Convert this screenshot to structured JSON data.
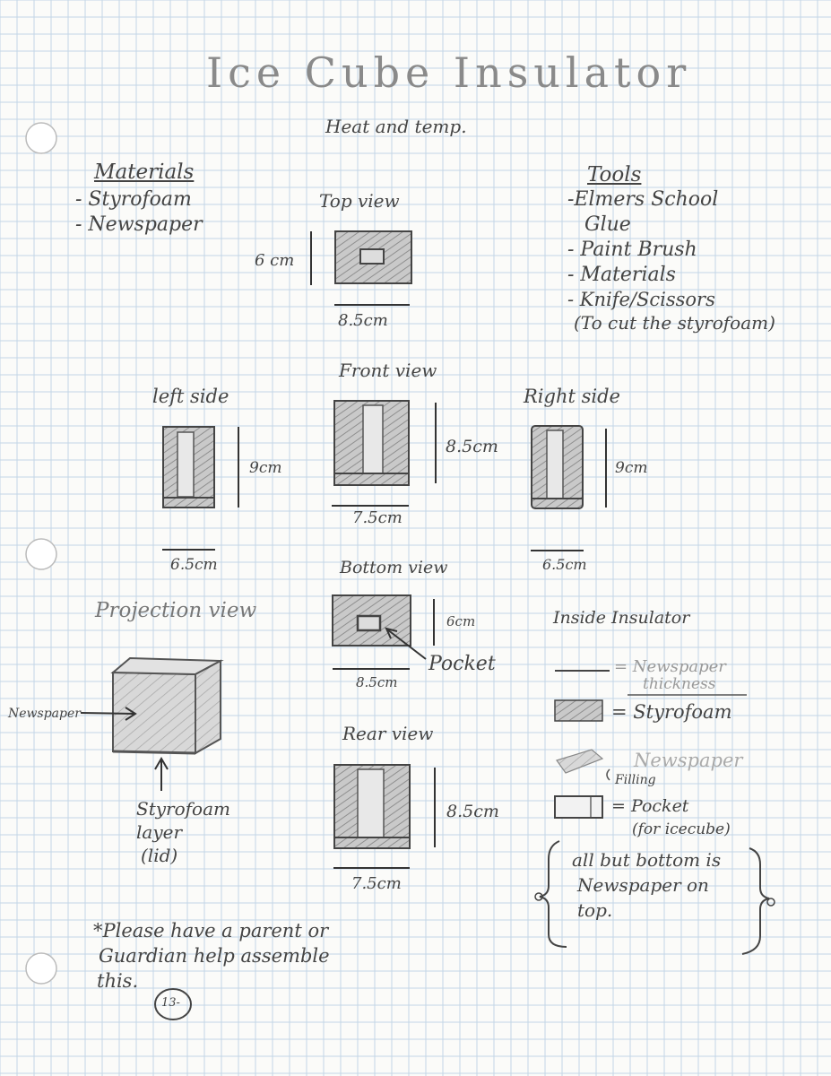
{
  "title": "Ice Cube Insulator",
  "subtitle": "Heat and temp.",
  "materials": {
    "heading": "Materials",
    "items": [
      "- Styrofoam",
      "- Newspaper"
    ]
  },
  "tools": {
    "heading": "Tools",
    "items": [
      "-Elmers School",
      "Glue",
      "- Paint Brush",
      "- Materials",
      "- Knife/Scissors",
      "(To cut the styrofoam)"
    ]
  },
  "views": {
    "top": {
      "label": "Top view",
      "height": "6 cm",
      "width": "8.5cm"
    },
    "front": {
      "label": "Front view",
      "height": "8.5cm",
      "width": "7.5cm"
    },
    "left": {
      "label": "left side",
      "height": "9cm",
      "width": "6.5cm"
    },
    "right": {
      "label": "Right side",
      "height": "9cm",
      "width": "6.5cm"
    },
    "bottom": {
      "label": "Bottom view",
      "height": "6cm",
      "width": "8.5cm",
      "pocket": "Pocket"
    },
    "rear": {
      "label": "Rear view",
      "height": "8.5cm",
      "width": "7.5cm"
    },
    "projection": {
      "label": "Projection view",
      "newspaper": "Newspaper",
      "lid_lines": [
        "Styrofoam",
        "layer",
        "(lid)"
      ]
    }
  },
  "legend": {
    "heading": "Inside Insulator",
    "newspaper_thickness": [
      "= Newspaper",
      "thickness"
    ],
    "styrofoam": "= Styrofoam",
    "filling": [
      "Newspaper",
      "Filling"
    ],
    "pocket": [
      "= Pocket",
      "(for icecube)"
    ],
    "note": [
      "all but bottom is",
      "Newspaper on",
      "top."
    ]
  },
  "footnote": [
    "*Please have a parent or",
    "Guardian help assemble",
    "this."
  ],
  "page_number": "13-"
}
